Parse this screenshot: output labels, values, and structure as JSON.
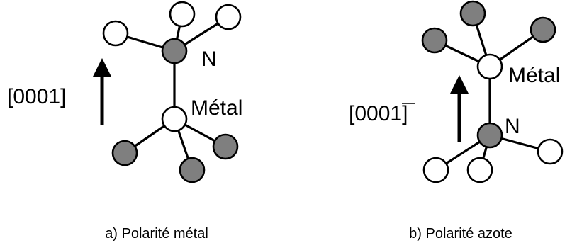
{
  "colors": {
    "nitrogen_atom": "#7f7f7f",
    "metal_atom": "#ffffff",
    "outline": "#000000"
  },
  "panel_a": {
    "direction_label": "[0001]",
    "top_atom_label": "N",
    "center_atom_label": "Métal",
    "caption": "a) Polarité métal"
  },
  "panel_b": {
    "direction_label_prefix": "[000",
    "direction_label_overlined_digit": "1",
    "direction_label_suffix": "]",
    "top_atom_label": "Métal",
    "center_atom_label": "N",
    "caption": "b) Polarité azote"
  }
}
